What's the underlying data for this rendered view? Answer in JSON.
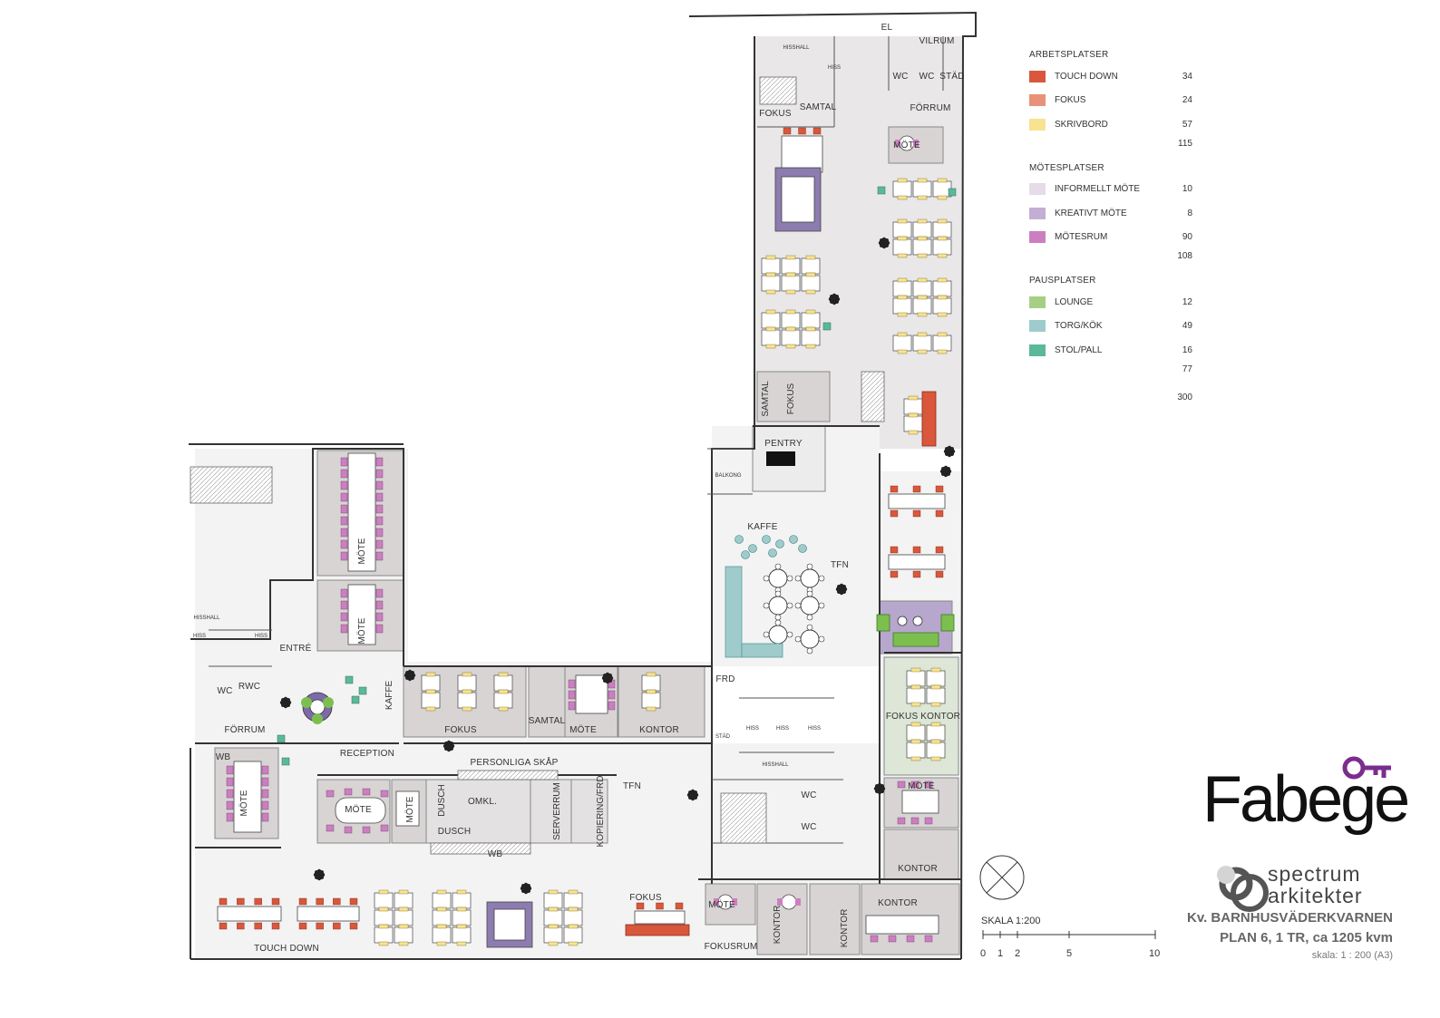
{
  "legend": {
    "groups": [
      {
        "title": "ARBETSPLATSER",
        "items": [
          {
            "label": "TOUCH DOWN",
            "value": "34",
            "color": "#d9573b"
          },
          {
            "label": "FOKUS",
            "value": "24",
            "color": "#e9927a"
          },
          {
            "label": "SKRIVBORD",
            "value": "57",
            "color": "#f8e391"
          }
        ],
        "subtotal": "115"
      },
      {
        "title": "MÖTESPLATSER",
        "items": [
          {
            "label": "INFORMELLT MÖTE",
            "value": "10",
            "color": "#e5dbe9"
          },
          {
            "label": "KREATIVT MÖTE",
            "value": "8",
            "color": "#c4aed3"
          },
          {
            "label": "MÖTESRUM",
            "value": "90",
            "color": "#cc7fc0"
          }
        ],
        "subtotal": "108"
      },
      {
        "title": "PAUSPLATSER",
        "items": [
          {
            "label": "LOUNGE",
            "value": "12",
            "color": "#a7cf83"
          },
          {
            "label": "TORG/KÖK",
            "value": "49",
            "color": "#9fcbcc"
          },
          {
            "label": "STOL/PALL",
            "value": "16",
            "color": "#5cb89a"
          }
        ],
        "subtotal": "77"
      }
    ],
    "total": "300"
  },
  "rooms": {
    "vilrum": "VILRUM",
    "el": "EL",
    "wc": "WC",
    "stad": "STÄD",
    "hisshall": "HISSHALL",
    "forrum": "FÖRRUM",
    "mote": "MÖTE",
    "samtal": "SAMTAL",
    "fokus": "FOKUS",
    "pentry": "PENTRY",
    "balkong": "BALKONG",
    "kaffe": "KAFFE",
    "tfn": "TFN",
    "entre": "ENTRÉ",
    "rwc": "RWC",
    "wb": "WB",
    "reception": "RECEPTION",
    "kontor": "KONTOR",
    "frd": "FRD",
    "fokus_kontor": "FOKUS KONTOR",
    "personliga_skap": "PERSONLIGA SKÅP",
    "dusch": "DUSCH",
    "omkl": "OMKL.",
    "serverrum": "SERVERRUM",
    "kopiering": "KOPIERING/FRD",
    "touch_down": "TOUCH DOWN",
    "fokusrum": "FOKUSRUM",
    "hiss": "HISS"
  },
  "scale": {
    "label": "SKALA 1:200",
    "ticks": [
      "0",
      "1",
      "2",
      "5",
      "10"
    ]
  },
  "brand": {
    "fabege": "Fabege",
    "fabege_color": "#7b2d8e",
    "architect_line1": "spectrum",
    "architect_line2": "arkitekter"
  },
  "project": {
    "name": "Kv. BARNHUSVÄDERKVARNEN",
    "plan": "PLAN 6, 1 TR, ca 1205 kvm",
    "scale_note": "skala:   1 : 200 (A3)"
  }
}
